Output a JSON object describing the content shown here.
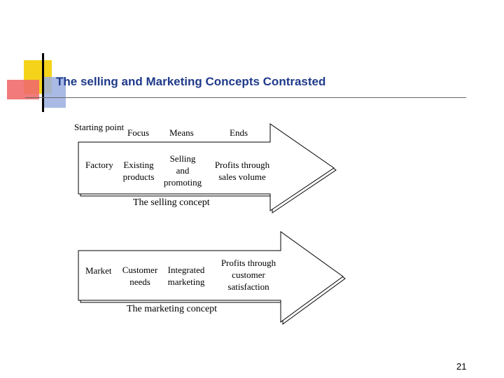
{
  "slide": {
    "title": "The selling and Marketing Concepts Contrasted",
    "page_number": "21"
  },
  "headers": {
    "starting_point": "Starting point",
    "focus": "Focus",
    "means": "Means",
    "ends": "Ends"
  },
  "selling_concept": {
    "starting_point": "Factory",
    "focus": [
      "Existing",
      "products"
    ],
    "means": [
      "Selling",
      "and",
      "promoting"
    ],
    "ends": [
      "Profits through",
      "sales volume"
    ],
    "label": "The selling concept"
  },
  "marketing_concept": {
    "starting_point": "Market",
    "focus": [
      "Customer",
      "needs"
    ],
    "means": [
      "Integrated",
      "marketing"
    ],
    "ends": [
      "Profits through",
      "customer",
      "satisfaction"
    ],
    "label": "The marketing concept"
  },
  "colors": {
    "title": "#1f3a8a",
    "yellow_block": "#f5d31a",
    "red_block": "#f06b6b",
    "blue_block": "#9aaee0",
    "rule": "#000000"
  }
}
